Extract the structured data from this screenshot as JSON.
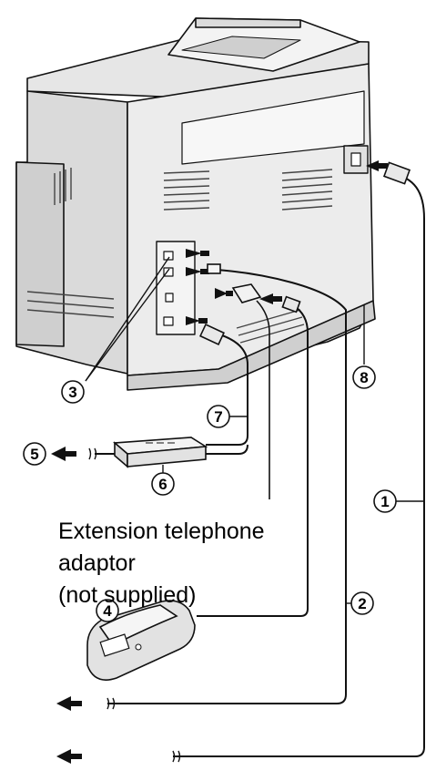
{
  "diagram": {
    "callouts": [
      "1",
      "2",
      "3",
      "4",
      "5",
      "6",
      "7",
      "8"
    ],
    "caption_lines": [
      "Extension telephone",
      "adaptor",
      "(not supplied)"
    ]
  },
  "colors": {
    "line": "#111111",
    "body_light": "#eeeeee",
    "body_mid": "#d8d8d8",
    "body_dark": "#9a9a9a"
  }
}
